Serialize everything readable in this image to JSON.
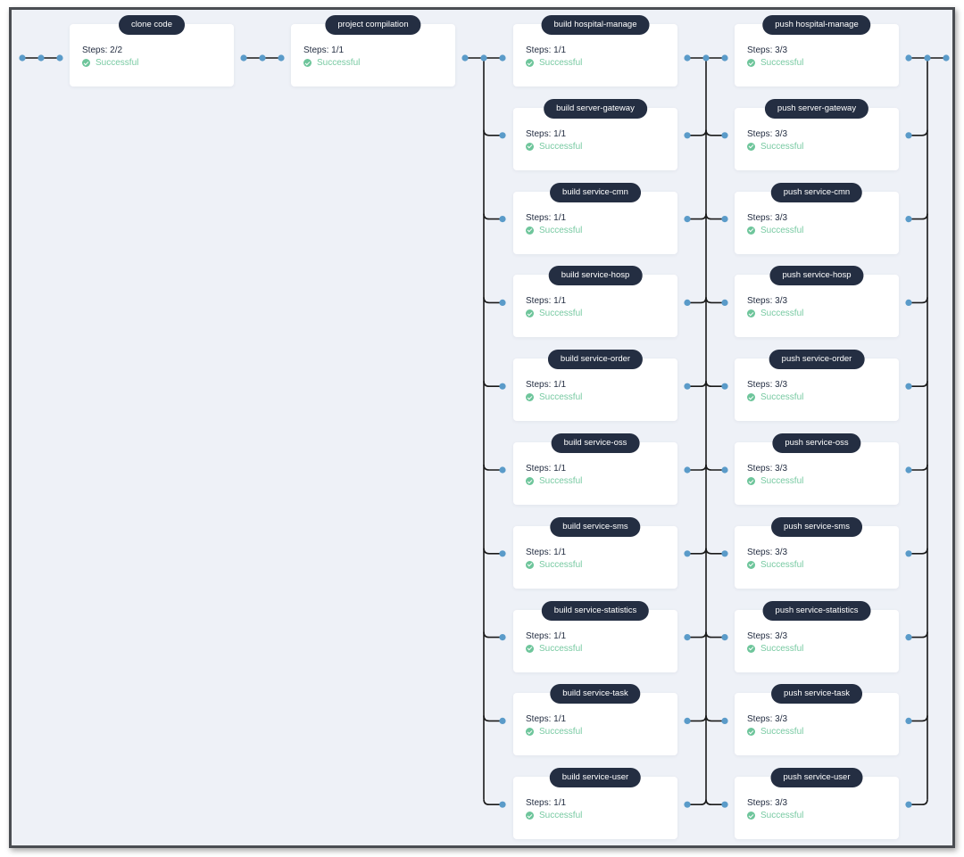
{
  "pipeline": {
    "colors": {
      "background": "#eef1f7",
      "card": "#ffffff",
      "pill": "#242e42",
      "success": "#55bc8a",
      "dot": "#5a9bc9",
      "wire": "#1a1a1a"
    },
    "stages": [
      {
        "id": "clone",
        "nodes": [
          {
            "name": "clone code",
            "steps": "Steps: 2/2",
            "status": "Successful"
          }
        ]
      },
      {
        "id": "compile",
        "nodes": [
          {
            "name": "project compilation",
            "steps": "Steps: 1/1",
            "status": "Successful"
          }
        ]
      },
      {
        "id": "build",
        "nodes": [
          {
            "name": "build hospital-manage",
            "steps": "Steps: 1/1",
            "status": "Successful"
          },
          {
            "name": "build server-gateway",
            "steps": "Steps: 1/1",
            "status": "Successful"
          },
          {
            "name": "build service-cmn",
            "steps": "Steps: 1/1",
            "status": "Successful"
          },
          {
            "name": "build service-hosp",
            "steps": "Steps: 1/1",
            "status": "Successful"
          },
          {
            "name": "build service-order",
            "steps": "Steps: 1/1",
            "status": "Successful"
          },
          {
            "name": "build service-oss",
            "steps": "Steps: 1/1",
            "status": "Successful"
          },
          {
            "name": "build service-sms",
            "steps": "Steps: 1/1",
            "status": "Successful"
          },
          {
            "name": "build service-statistics",
            "steps": "Steps: 1/1",
            "status": "Successful"
          },
          {
            "name": "build service-task",
            "steps": "Steps: 1/1",
            "status": "Successful"
          },
          {
            "name": "build service-user",
            "steps": "Steps: 1/1",
            "status": "Successful"
          }
        ]
      },
      {
        "id": "push",
        "nodes": [
          {
            "name": "push hospital-manage",
            "steps": "Steps: 3/3",
            "status": "Successful"
          },
          {
            "name": "push server-gateway",
            "steps": "Steps: 3/3",
            "status": "Successful"
          },
          {
            "name": "push service-cmn",
            "steps": "Steps: 3/3",
            "status": "Successful"
          },
          {
            "name": "push service-hosp",
            "steps": "Steps: 3/3",
            "status": "Successful"
          },
          {
            "name": "push service-order",
            "steps": "Steps: 3/3",
            "status": "Successful"
          },
          {
            "name": "push service-oss",
            "steps": "Steps: 3/3",
            "status": "Successful"
          },
          {
            "name": "push service-sms",
            "steps": "Steps: 3/3",
            "status": "Successful"
          },
          {
            "name": "push service-statistics",
            "steps": "Steps: 3/3",
            "status": "Successful"
          },
          {
            "name": "push service-task",
            "steps": "Steps: 3/3",
            "status": "Successful"
          },
          {
            "name": "push service-user",
            "steps": "Steps: 3/3",
            "status": "Successful"
          }
        ]
      }
    ]
  }
}
